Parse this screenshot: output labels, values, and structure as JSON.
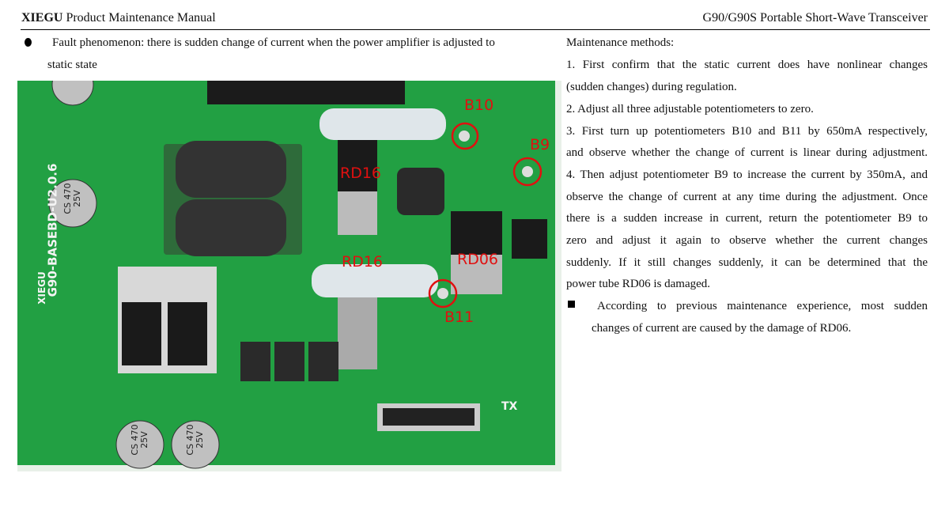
{
  "header": {
    "left_bold": "XIEGU",
    "left_rest": " Product Maintenance Manual",
    "right": "G90/G90S Portable Short-Wave Transceiver"
  },
  "left": {
    "fault_line1": "Fault phenomenon: there is sudden change of current when the power amplifier is adjusted to",
    "fault_line2": "static state"
  },
  "photo": {
    "labels": {
      "b10": "B10",
      "b9": "B9",
      "rd16_top": "RD16",
      "rd16_bottom": "RD16",
      "rd06": "RD06",
      "b11": "B11"
    },
    "silkscreen": {
      "board": "G90-BASEBD-U2.0.6",
      "brand": "XIEGU",
      "tx": "TX",
      "cap": "CS 470 25V"
    },
    "accent": "#e01010"
  },
  "right": {
    "heading": "Maintenance methods:",
    "lines": [
      "1. First confirm that the static current does have nonlinear changes",
      "(sudden changes) during regulation.",
      "2. Adjust all three adjustable potentiometers to zero.",
      "3. First turn up potentiometers B10 and B11 by 650mA respectively,",
      "and observe whether the change of current is linear during adjustment.",
      "4. Then adjust potentiometer B9 to increase the current by 350mA, and",
      "observe the change of current at any time during the adjustment. Once",
      "there is a sudden increase in current, return the potentiometer B9 to",
      "zero and adjust it again to observe whether the current changes",
      "suddenly. If it still changes suddenly, it can be determined that the",
      "power tube RD06 is damaged."
    ],
    "note_line1": "According to previous maintenance experience, most sudden",
    "note_line2": "changes of current are caused by the damage of RD06."
  }
}
